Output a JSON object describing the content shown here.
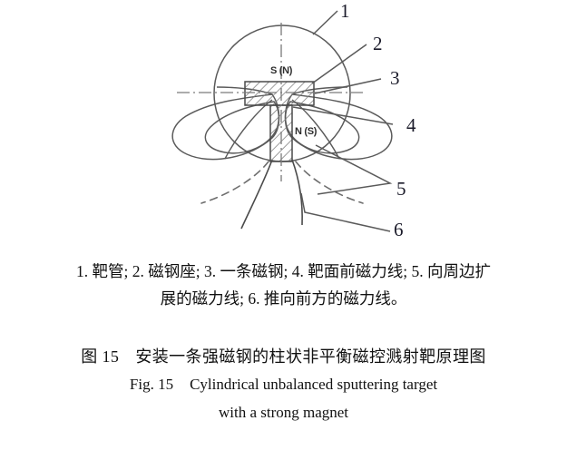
{
  "figure": {
    "diagram_title": "Cylindrical unbalanced sputtering target with a strong magnet",
    "pole_labels": {
      "top": "S (N)",
      "bottom": "N (S)"
    },
    "callouts": [
      {
        "number": "1",
        "refers_to": "target tube"
      },
      {
        "number": "2",
        "refers_to": "magnet seat"
      },
      {
        "number": "3",
        "refers_to": "one magnet bar"
      },
      {
        "number": "4",
        "refers_to": "magnetic field lines in front of target face"
      },
      {
        "number": "5",
        "refers_to": "field lines expanding to the periphery"
      },
      {
        "number": "6",
        "refers_to": "field lines pushed forward"
      }
    ],
    "colors": {
      "line": "#5a5a5a",
      "line_dark": "#3f3f3f",
      "hatch": "#7b7b7b",
      "text": "#111111",
      "background": "#ffffff"
    }
  },
  "legend": {
    "line1": "1. 靶管; 2. 磁钢座; 3. 一条磁钢; 4. 靶面前磁力线; 5. 向周边扩",
    "line2": "展的磁力线; 6. 推向前方的磁力线。"
  },
  "caption": {
    "cn_label": "图 15",
    "cn_text": "安装一条强磁钢的柱状非平衡磁控溅射靶原理图",
    "en_label": "Fig. 15",
    "en_line1": "Cylindrical unbalanced sputtering target",
    "en_line2": "with a strong magnet"
  }
}
